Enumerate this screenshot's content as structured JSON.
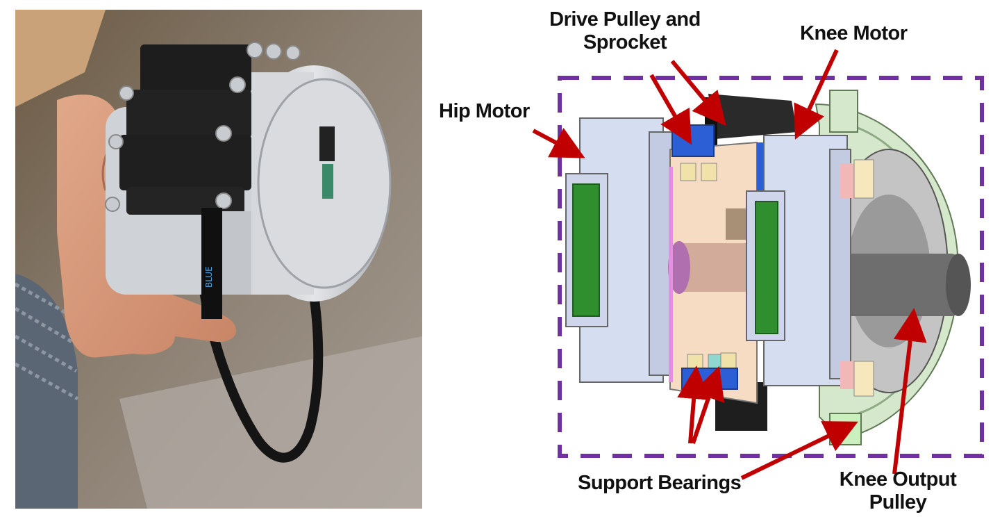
{
  "labels": {
    "hip_motor": "Hip Motor",
    "drive_pulley_line1": "Drive Pulley and",
    "drive_pulley_line2": "Sprocket",
    "knee_motor": "Knee Motor",
    "support_bearings": "Support Bearings",
    "knee_output_line1": "Knee Output",
    "knee_output_line2": "Pulley"
  },
  "colors": {
    "arrow": "#c00000",
    "dashed_box": "#7030a0",
    "motor_housing": "#cfd8ef",
    "stator": "#2e8b2e",
    "bearing_blue": "#2255cc",
    "bearing_yellow": "#f0e2a8",
    "shaft_peach": "#f6d9c0",
    "sprocket_dark": "#222222",
    "output_green": "#cfe6c4"
  }
}
